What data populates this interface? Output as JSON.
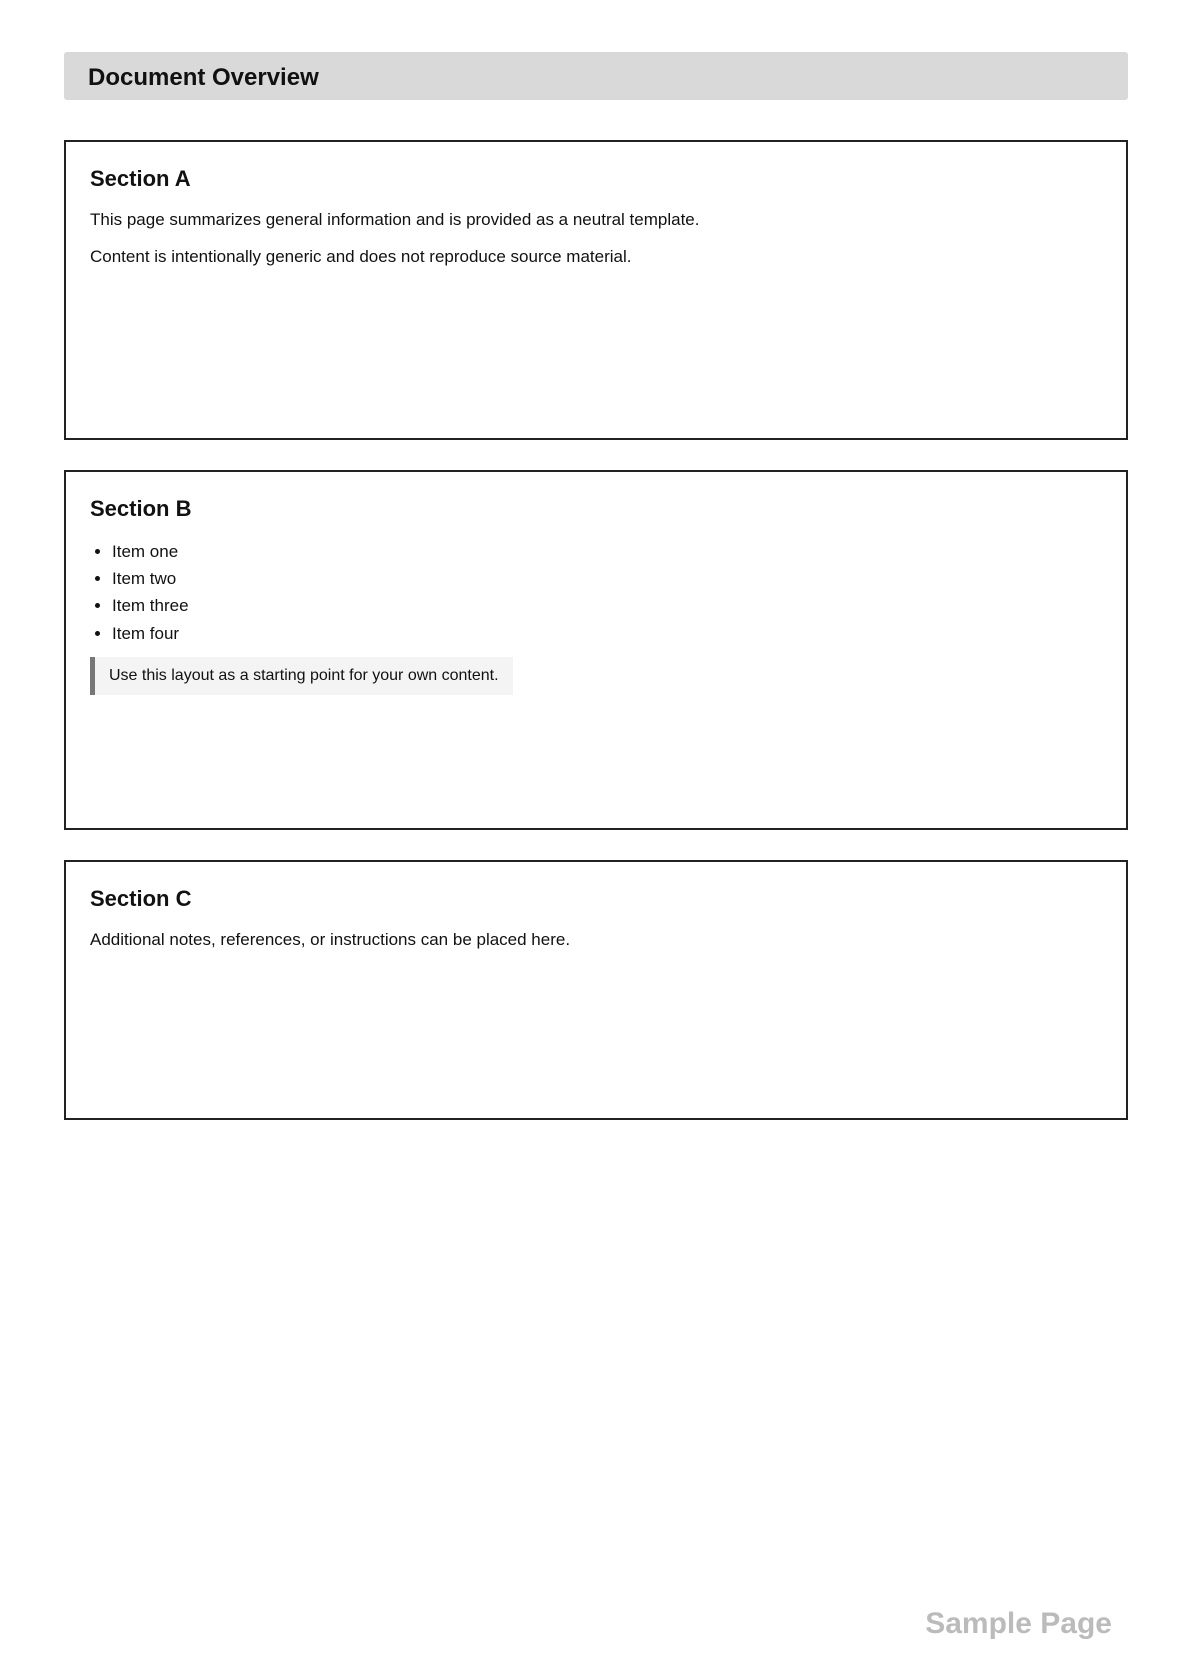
{
  "header": {
    "title": "Document Overview"
  },
  "section1": {
    "title": "Section A",
    "body1": "This page summarizes general information and is provided as a neutral template.",
    "body2": "Content is intentionally generic and does not reproduce source material."
  },
  "section2": {
    "title": "Section B",
    "items": [
      "Item one",
      "Item two",
      "Item three",
      "Item four"
    ],
    "notice": "Use this layout as a starting point for your own content."
  },
  "section3": {
    "title": "Section C",
    "body": "Additional notes, references, or instructions can be placed here."
  },
  "footer": {
    "watermark": "Sample Page"
  }
}
